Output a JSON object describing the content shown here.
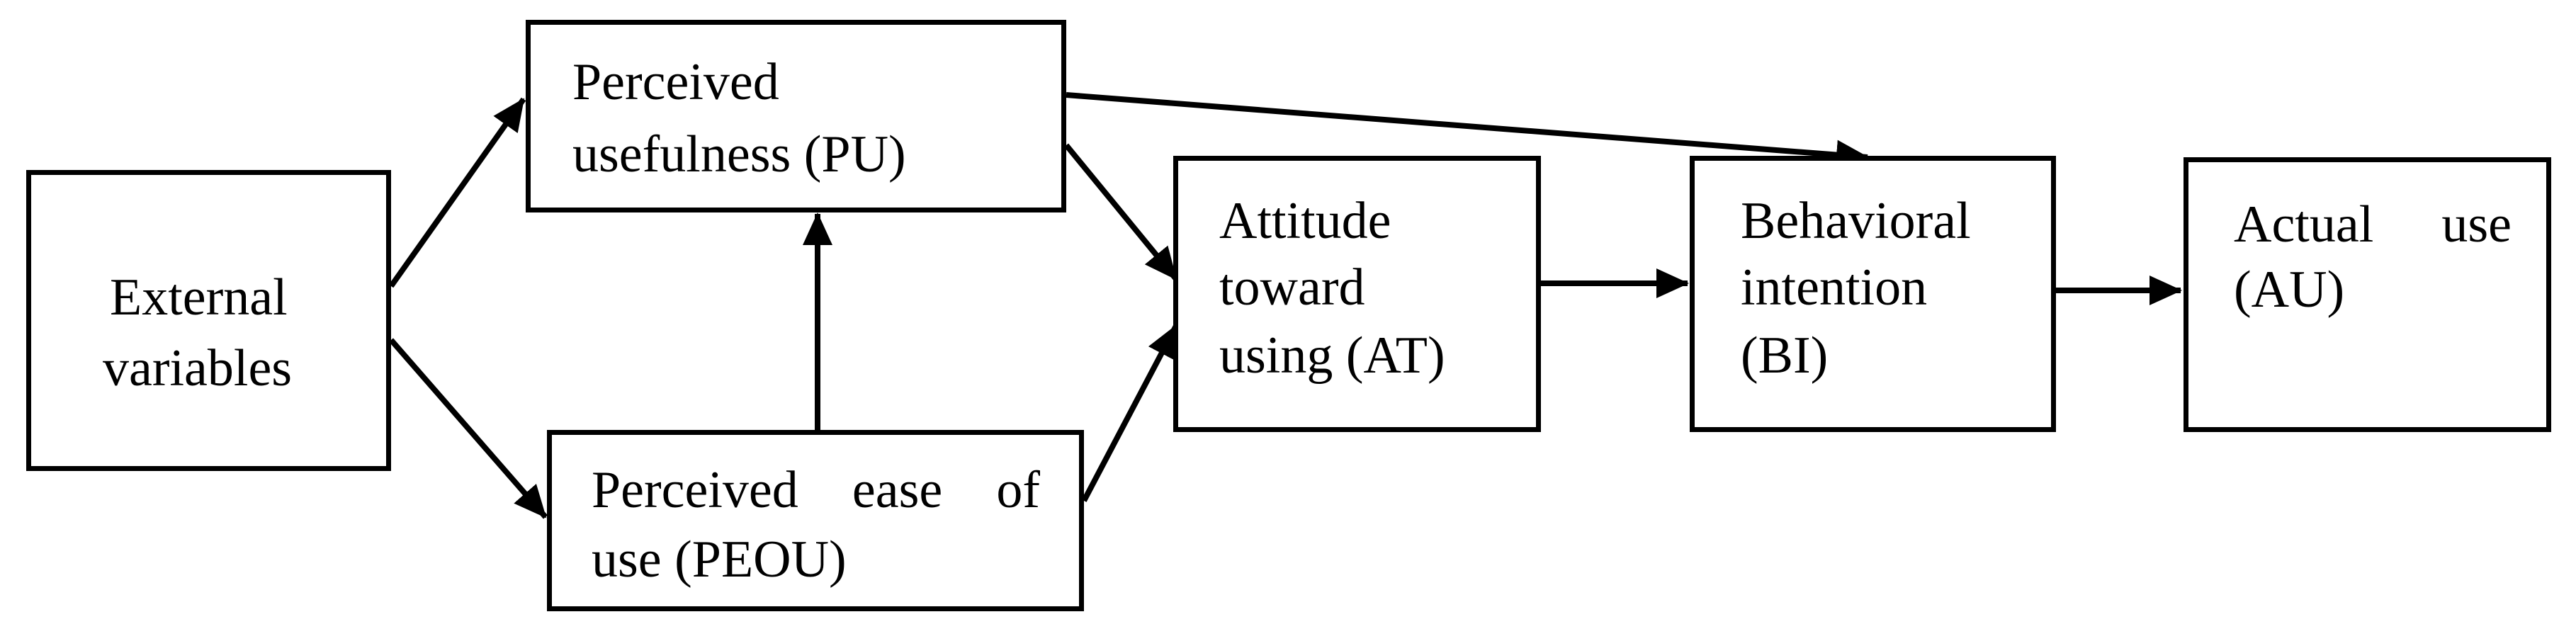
{
  "diagram": {
    "nodes": {
      "external_variables": {
        "line1": "External",
        "line2": "variables"
      },
      "perceived_usefulness": {
        "line1": "Perceived",
        "line2": "usefulness (PU)"
      },
      "perceived_ease_of_use": {
        "line1_words": [
          "Perceived",
          "ease",
          "of"
        ],
        "line2": "use (PEOU)"
      },
      "attitude_toward_using": {
        "line1": "Attitude",
        "line2": "toward",
        "line3": "using (AT)"
      },
      "behavioral_intention": {
        "line1": "Behavioral",
        "line2": "intention",
        "line3": "(BI)"
      },
      "actual_use": {
        "line1_words": [
          "Actual",
          "use"
        ],
        "line2": "(AU)"
      }
    },
    "edges": [
      {
        "from": "external_variables",
        "to": "perceived_usefulness"
      },
      {
        "from": "external_variables",
        "to": "perceived_ease_of_use"
      },
      {
        "from": "perceived_ease_of_use",
        "to": "perceived_usefulness"
      },
      {
        "from": "perceived_usefulness",
        "to": "attitude_toward_using"
      },
      {
        "from": "perceived_ease_of_use",
        "to": "attitude_toward_using"
      },
      {
        "from": "perceived_usefulness",
        "to": "behavioral_intention"
      },
      {
        "from": "attitude_toward_using",
        "to": "behavioral_intention"
      },
      {
        "from": "behavioral_intention",
        "to": "actual_use"
      }
    ],
    "line_color": "#000000",
    "background_color": "#ffffff"
  }
}
